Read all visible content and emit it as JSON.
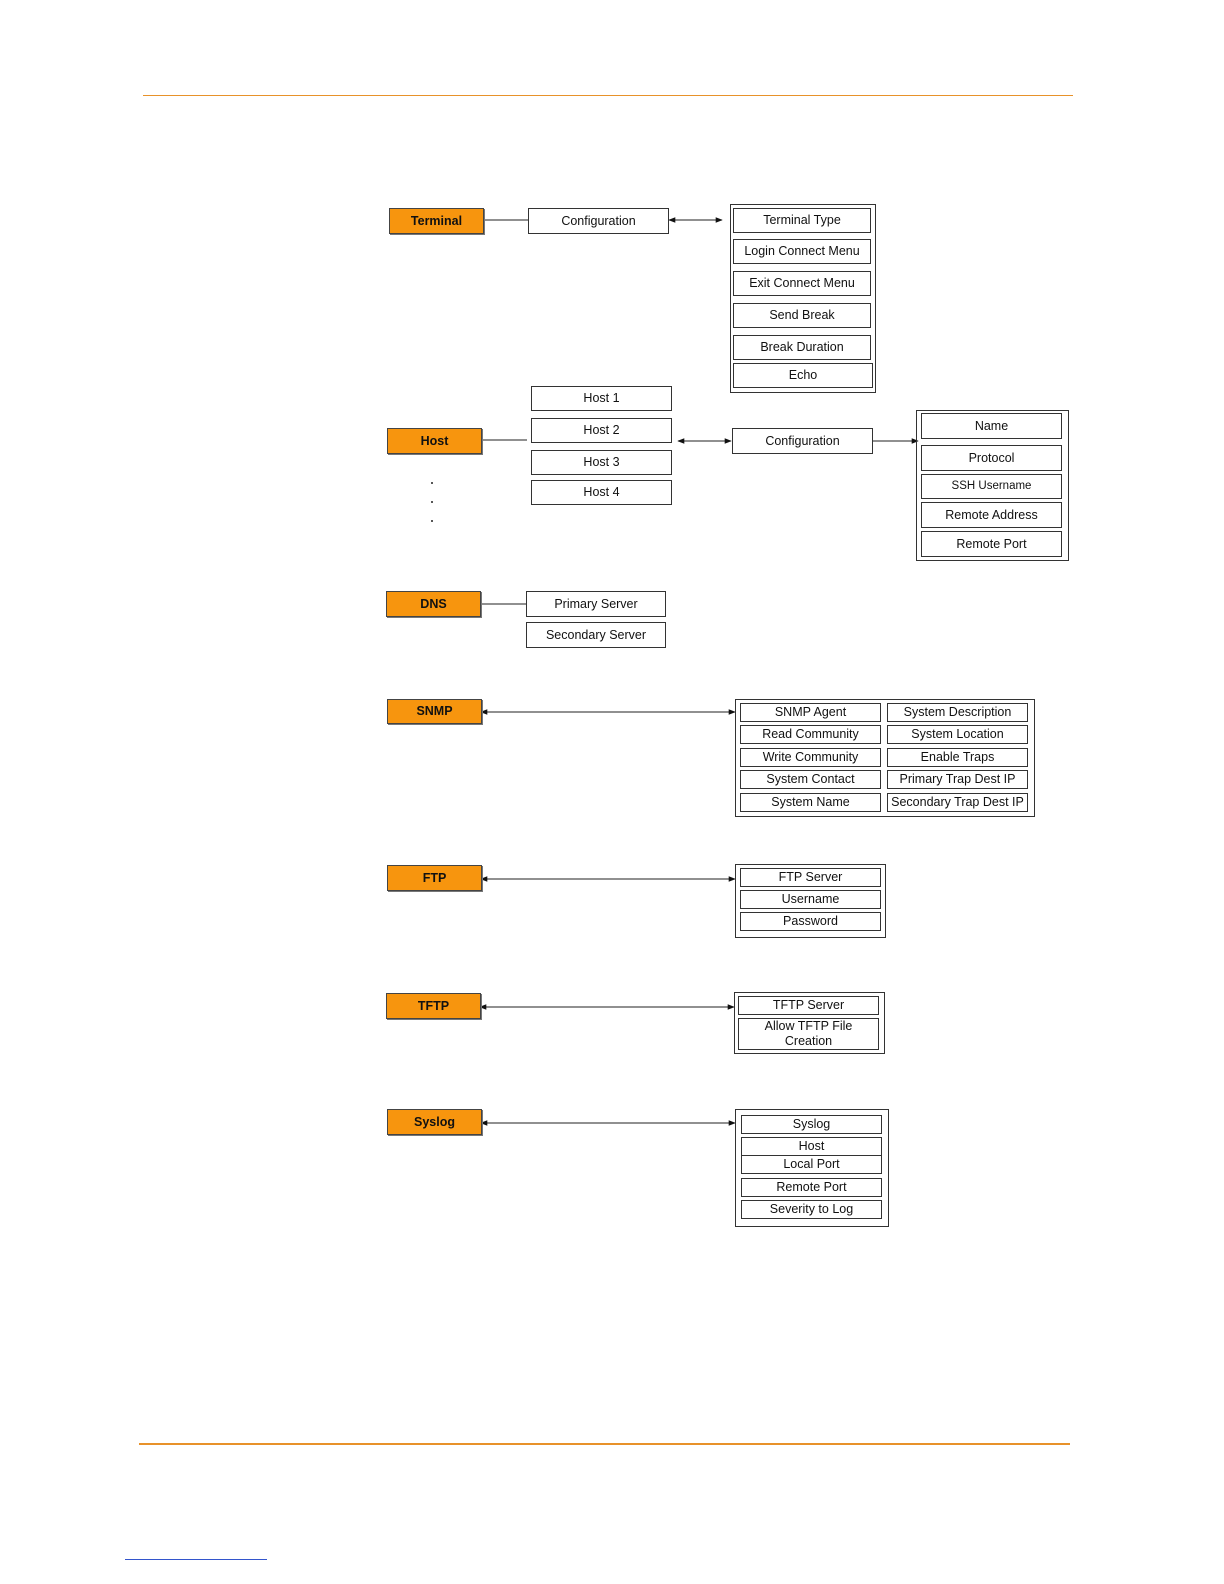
{
  "terminal": {
    "label": "Terminal",
    "config": "Configuration",
    "items": [
      "Terminal Type",
      "Login Connect Menu",
      "Exit Connect Menu",
      "Send Break",
      "Break Duration",
      "Echo"
    ]
  },
  "host": {
    "label": "Host",
    "hosts": [
      "Host 1",
      "Host 2",
      "Host 3",
      "Host 4"
    ],
    "ellipsis": ".",
    "config": "Configuration",
    "items": [
      "Name",
      "Protocol",
      "SSH Username",
      "Remote Address",
      "Remote Port"
    ]
  },
  "dns": {
    "label": "DNS",
    "items": [
      "Primary Server",
      "Secondary Server"
    ]
  },
  "snmp": {
    "label": "SNMP",
    "items_left": [
      "SNMP Agent",
      "Read Community",
      "Write Community",
      "System Contact",
      "System Name"
    ],
    "items_right": [
      "System Description",
      "System Location",
      "Enable Traps",
      "Primary Trap Dest IP",
      "Secondary Trap Dest IP"
    ]
  },
  "ftp": {
    "label": "FTP",
    "items": [
      "FTP Server",
      "Username",
      "Password"
    ]
  },
  "tftp": {
    "label": "TFTP",
    "items": [
      "TFTP Server",
      "Allow TFTP File Creation"
    ]
  },
  "syslog": {
    "label": "Syslog",
    "items": [
      "Syslog",
      "Host",
      "Local Port",
      "Remote Port",
      "Severity to Log"
    ]
  },
  "colors": {
    "accent": "#f7950e",
    "rule": "#e8922a"
  }
}
